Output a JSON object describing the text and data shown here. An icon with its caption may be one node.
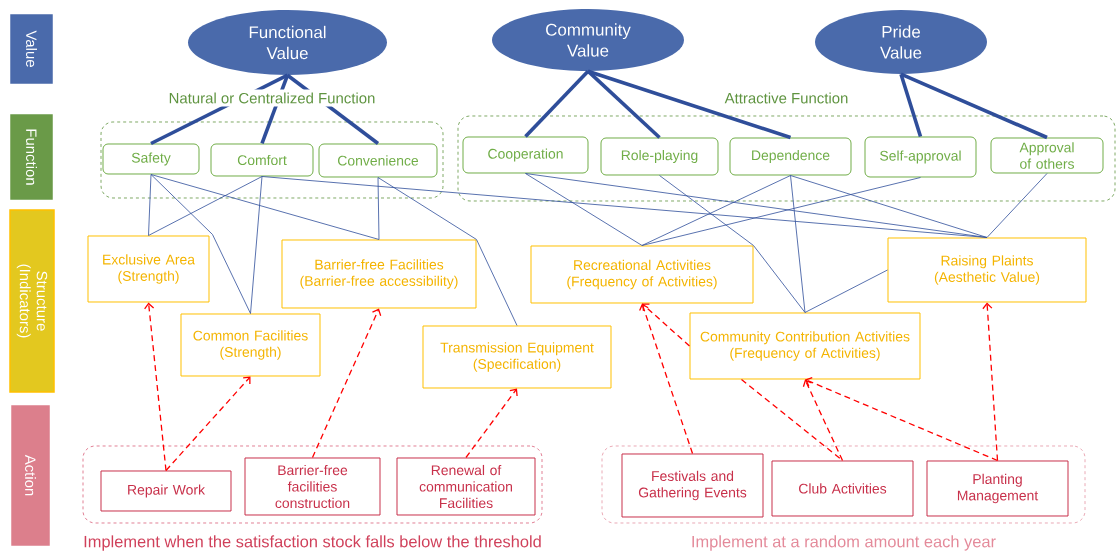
{
  "diagram": {
    "nodes": [
      {
        "text": [
          "Value"
        ]
      },
      {
        "text": [
          "Function"
        ]
      },
      {
        "text": [
          "Structure (Indicators)"
        ]
      },
      {
        "text": [
          "Action"
        ]
      },
      {
        "text": [
          "Functional Value"
        ]
      },
      {
        "text": [
          "Community Value"
        ]
      },
      {
        "text": [
          "Pride Value"
        ]
      },
      {
        "text": [
          "Natural or Centralized Function"
        ]
      },
      {
        "text": [
          "Safety"
        ],
        "in": 7
      },
      {
        "text": [
          "Comfort"
        ],
        "in": 7
      },
      {
        "text": [
          "Convenience"
        ],
        "in": 7
      },
      {
        "text": [
          "Attractive Function"
        ]
      },
      {
        "text": [
          "Cooperation"
        ],
        "in": 11
      },
      {
        "text": [
          "Role-playing"
        ],
        "in": 11
      },
      {
        "text": [
          "Dependence"
        ],
        "in": 11
      },
      {
        "text": [
          "Self-approval"
        ],
        "in": 11
      },
      {
        "text": [
          "Approval of others"
        ],
        "in": 11
      },
      {
        "text": [
          "Exclusive Area (Strength)"
        ]
      },
      {
        "text": [
          "Common Facilities (Strength)"
        ]
      },
      {
        "text": [
          "Barrier-free Facilities (Barrier-free accessibility)"
        ]
      },
      {
        "text": [
          "Transmission Equipment (Specification)"
        ]
      },
      {
        "text": [
          "Recreational Activities (Frequency of Activities)"
        ]
      },
      {
        "text": [
          "Community Contribution Activities (Frequency of Activities)"
        ]
      },
      {
        "text": [
          "Raising  Plaints (Aesthetic Value)"
        ]
      },
      {
        "text": [],
        "shape": "box",
        "beside": [
          "Implement when the satisfaction stock falls below the threshold"
        ]
      },
      {
        "text": [
          "Repair Work"
        ],
        "in": 24
      },
      {
        "text": [
          "Barrier-free facilities construction"
        ],
        "in": 24
      },
      {
        "text": [
          "Renewal of communication Facilities"
        ],
        "in": 24
      },
      {
        "text": [],
        "shape": "box",
        "beside": [
          "Implement at a random amount each year"
        ]
      },
      {
        "text": [
          "Festivals and Gathering Events"
        ],
        "in": 28
      },
      {
        "text": [
          "Club Activities"
        ],
        "in": 28
      },
      {
        "text": [
          "Planting Management"
        ],
        "in": 28
      }
    ],
    "edges": [
      {
        "from": 4,
        "to": 8,
        "arrow": "none",
        "style": "thick"
      },
      {
        "from": 4,
        "to": 9,
        "arrow": "none",
        "style": "thick"
      },
      {
        "from": 4,
        "to": 10,
        "arrow": "none",
        "style": "thick"
      },
      {
        "from": 5,
        "to": 12,
        "arrow": "none",
        "style": "thick"
      },
      {
        "from": 5,
        "to": 13,
        "arrow": "none",
        "style": "thick"
      },
      {
        "from": 5,
        "to": 14,
        "arrow": "none",
        "style": "thick"
      },
      {
        "from": 6,
        "to": 15,
        "arrow": "none",
        "style": "thick"
      },
      {
        "from": 6,
        "to": 16,
        "arrow": "none",
        "style": "thick"
      },
      {
        "from": 8,
        "to": 17,
        "arrow": "none"
      },
      {
        "from": 8,
        "to": 18,
        "arrow": "none"
      },
      {
        "from": 8,
        "to": 19,
        "arrow": "none"
      },
      {
        "from": 9,
        "to": 17,
        "arrow": "none"
      },
      {
        "from": 9,
        "to": 18,
        "arrow": "none"
      },
      {
        "from": 9,
        "to": 23,
        "arrow": "none"
      },
      {
        "from": 10,
        "to": 19,
        "arrow": "none"
      },
      {
        "from": 10,
        "to": 20,
        "arrow": "none"
      },
      {
        "from": 12,
        "to": 21,
        "arrow": "none"
      },
      {
        "from": 12,
        "to": 23,
        "arrow": "none"
      },
      {
        "from": 13,
        "to": 22,
        "arrow": "none"
      },
      {
        "from": 14,
        "to": 21,
        "arrow": "none"
      },
      {
        "from": 14,
        "to": 22,
        "arrow": "none"
      },
      {
        "from": 14,
        "to": 23,
        "arrow": "none"
      },
      {
        "from": 15,
        "to": 21,
        "arrow": "none"
      },
      {
        "from": 16,
        "to": 23,
        "arrow": "none"
      },
      {
        "from": 23,
        "to": 22,
        "arrow": "none"
      },
      {
        "from": 25,
        "to": 17,
        "arrow": "to",
        "style": "dashed",
        "color": "#ff0000"
      },
      {
        "from": 25,
        "to": 18,
        "arrow": "to",
        "style": "dashed",
        "color": "#ff0000"
      },
      {
        "from": 26,
        "to": 19,
        "arrow": "to",
        "style": "dashed",
        "color": "#ff0000"
      },
      {
        "from": 27,
        "to": 20,
        "arrow": "to",
        "style": "dashed",
        "color": "#ff0000"
      },
      {
        "from": 29,
        "to": 21,
        "arrow": "to",
        "style": "dashed",
        "color": "#ff0000"
      },
      {
        "from": 22,
        "to": 21,
        "arrow": "to",
        "style": "dashed",
        "color": "#ff0000"
      },
      {
        "from": 22,
        "to": 30,
        "arrow": "none",
        "style": "dashed",
        "color": "#ff0000"
      },
      {
        "from": 30,
        "to": 22,
        "arrow": "to",
        "style": "dashed",
        "color": "#ff0000"
      },
      {
        "from": 31,
        "to": 22,
        "arrow": "to",
        "style": "dashed",
        "color": "#ff0000"
      },
      {
        "from": 31,
        "to": 23,
        "arrow": "to",
        "style": "dashed",
        "color": "#ff0000"
      }
    ]
  }
}
